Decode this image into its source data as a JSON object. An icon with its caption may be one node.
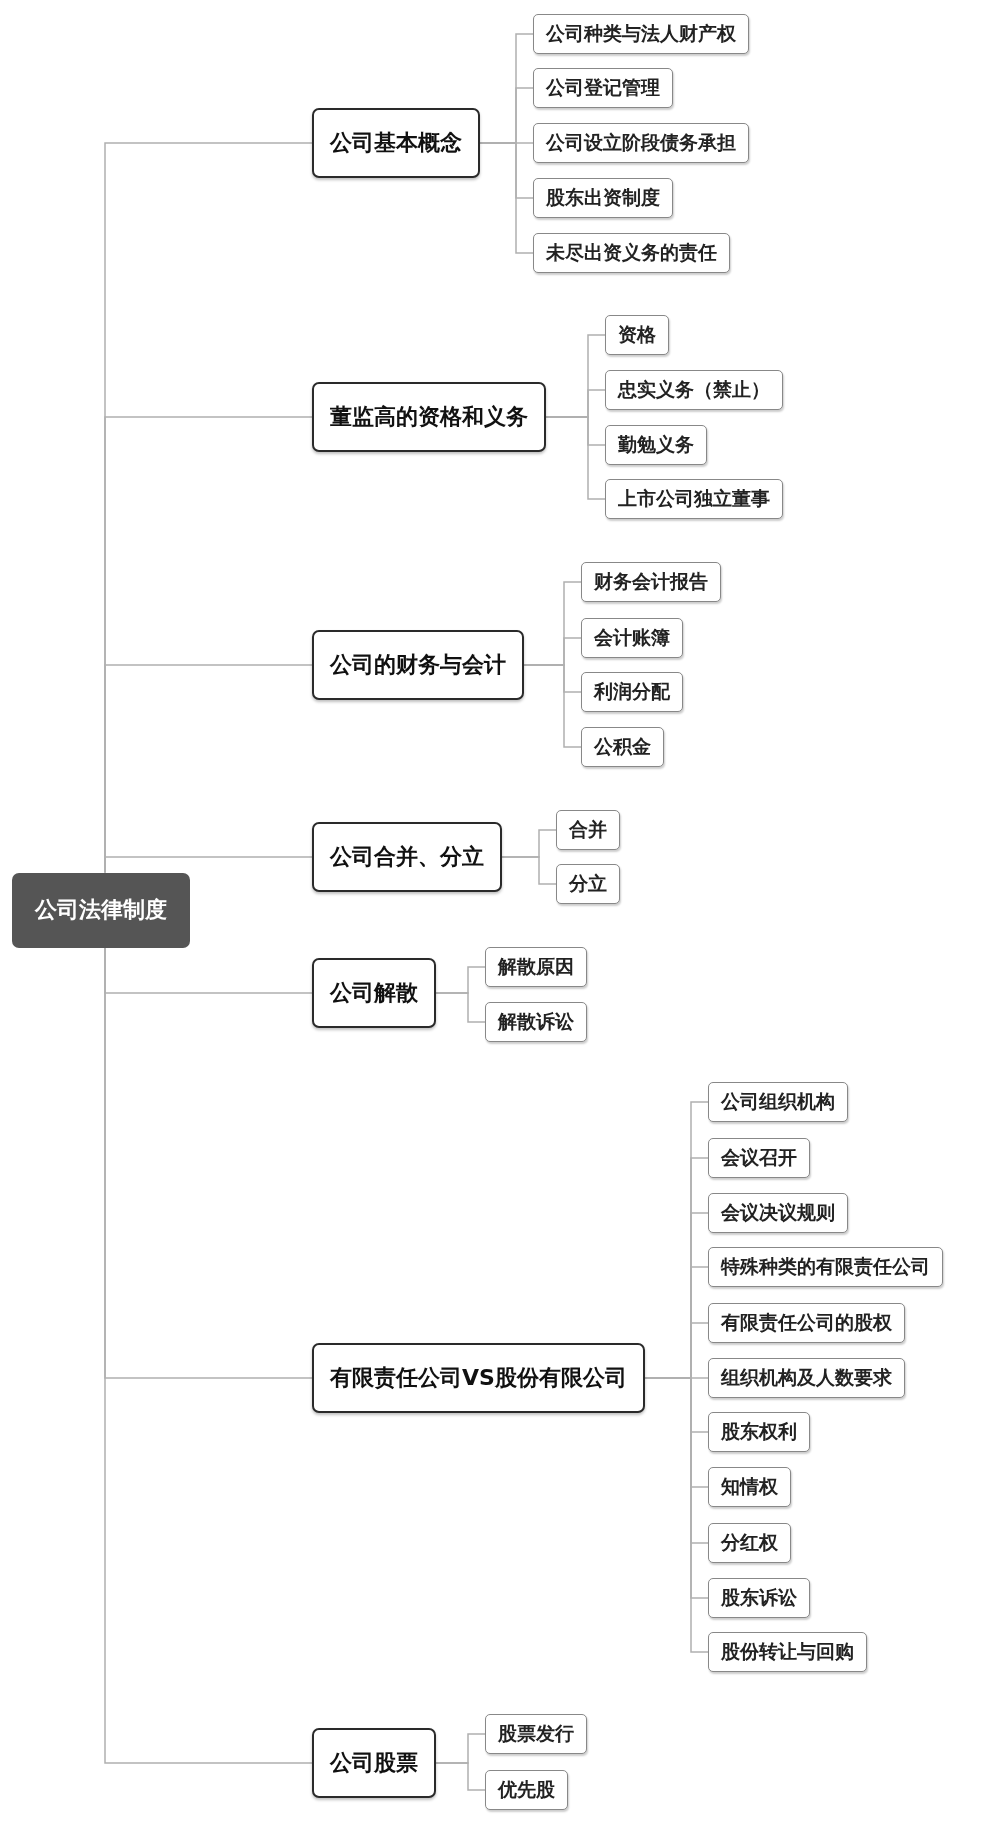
{
  "diagram": {
    "nodes": [
      {
        "text": [
          "公司法律制度"
        ]
      },
      {
        "text": [
          "公司基本概念"
        ]
      },
      {
        "text": [
          "公司种类与法人财产权"
        ]
      },
      {
        "text": [
          "公司登记管理"
        ]
      },
      {
        "text": [
          "公司设立阶段债务承担"
        ]
      },
      {
        "text": [
          "股东出资制度"
        ]
      },
      {
        "text": [
          "未尽出资义务的责任"
        ]
      },
      {
        "text": [
          "董监高的资格和义务"
        ]
      },
      {
        "text": [
          "资格"
        ]
      },
      {
        "text": [
          "忠实义务（禁止）"
        ]
      },
      {
        "text": [
          "勤勉义务"
        ]
      },
      {
        "text": [
          "上市公司独立董事"
        ]
      },
      {
        "text": [
          "公司的财务与会计"
        ]
      },
      {
        "text": [
          "财务会计报告"
        ]
      },
      {
        "text": [
          "会计账簿"
        ]
      },
      {
        "text": [
          "利润分配"
        ]
      },
      {
        "text": [
          "公积金"
        ]
      },
      {
        "text": [
          "公司合并、分立"
        ]
      },
      {
        "text": [
          "合并"
        ]
      },
      {
        "text": [
          "分立"
        ]
      },
      {
        "text": [
          "公司解散"
        ]
      },
      {
        "text": [
          "解散原因"
        ]
      },
      {
        "text": [
          "解散诉讼"
        ]
      },
      {
        "text": [
          "有限责任公司VS股份有限公司"
        ]
      },
      {
        "text": [
          "公司组织机构"
        ]
      },
      {
        "text": [
          "会议召开"
        ]
      },
      {
        "text": [
          "会议决议规则"
        ]
      },
      {
        "text": [
          "特殊种类的有限责任公司"
        ]
      },
      {
        "text": [
          "有限责任公司的股权"
        ]
      },
      {
        "text": [
          "组织机构及人数要求"
        ]
      },
      {
        "text": [
          "股东权利"
        ]
      },
      {
        "text": [
          "知情权"
        ]
      },
      {
        "text": [
          "分红权"
        ]
      },
      {
        "text": [
          "股东诉讼"
        ]
      },
      {
        "text": [
          "股份转让与回购"
        ]
      },
      {
        "text": [
          "公司股票"
        ]
      },
      {
        "text": [
          "股票发行"
        ]
      },
      {
        "text": [
          "优先股"
        ]
      }
    ],
    "edges": [
      {
        "from": 0,
        "to": 1,
        "arrow": "none"
      },
      {
        "from": 0,
        "to": 7,
        "arrow": "none"
      },
      {
        "from": 0,
        "to": 12,
        "arrow": "none"
      },
      {
        "from": 0,
        "to": 17,
        "arrow": "none"
      },
      {
        "from": 0,
        "to": 20,
        "arrow": "none"
      },
      {
        "from": 0,
        "to": 23,
        "arrow": "none"
      },
      {
        "from": 0,
        "to": 35,
        "arrow": "none"
      },
      {
        "from": 1,
        "to": 2,
        "arrow": "none"
      },
      {
        "from": 1,
        "to": 3,
        "arrow": "none"
      },
      {
        "from": 1,
        "to": 4,
        "arrow": "none"
      },
      {
        "from": 1,
        "to": 5,
        "arrow": "none"
      },
      {
        "from": 1,
        "to": 6,
        "arrow": "none"
      },
      {
        "from": 7,
        "to": 8,
        "arrow": "none"
      },
      {
        "from": 7,
        "to": 9,
        "arrow": "none"
      },
      {
        "from": 7,
        "to": 10,
        "arrow": "none"
      },
      {
        "from": 7,
        "to": 11,
        "arrow": "none"
      },
      {
        "from": 12,
        "to": 13,
        "arrow": "none"
      },
      {
        "from": 12,
        "to": 14,
        "arrow": "none"
      },
      {
        "from": 12,
        "to": 15,
        "arrow": "none"
      },
      {
        "from": 12,
        "to": 16,
        "arrow": "none"
      },
      {
        "from": 17,
        "to": 18,
        "arrow": "none"
      },
      {
        "from": 17,
        "to": 19,
        "arrow": "none"
      },
      {
        "from": 20,
        "to": 21,
        "arrow": "none"
      },
      {
        "from": 20,
        "to": 22,
        "arrow": "none"
      },
      {
        "from": 23,
        "to": 24,
        "arrow": "none"
      },
      {
        "from": 23,
        "to": 25,
        "arrow": "none"
      },
      {
        "from": 23,
        "to": 26,
        "arrow": "none"
      },
      {
        "from": 23,
        "to": 27,
        "arrow": "none"
      },
      {
        "from": 23,
        "to": 28,
        "arrow": "none"
      },
      {
        "from": 23,
        "to": 29,
        "arrow": "none"
      },
      {
        "from": 23,
        "to": 30,
        "arrow": "none"
      },
      {
        "from": 23,
        "to": 31,
        "arrow": "none"
      },
      {
        "from": 23,
        "to": 32,
        "arrow": "none"
      },
      {
        "from": 23,
        "to": 33,
        "arrow": "none"
      },
      {
        "from": 23,
        "to": 34,
        "arrow": "none"
      },
      {
        "from": 35,
        "to": 36,
        "arrow": "none"
      },
      {
        "from": 35,
        "to": 37,
        "arrow": "none"
      }
    ]
  }
}
